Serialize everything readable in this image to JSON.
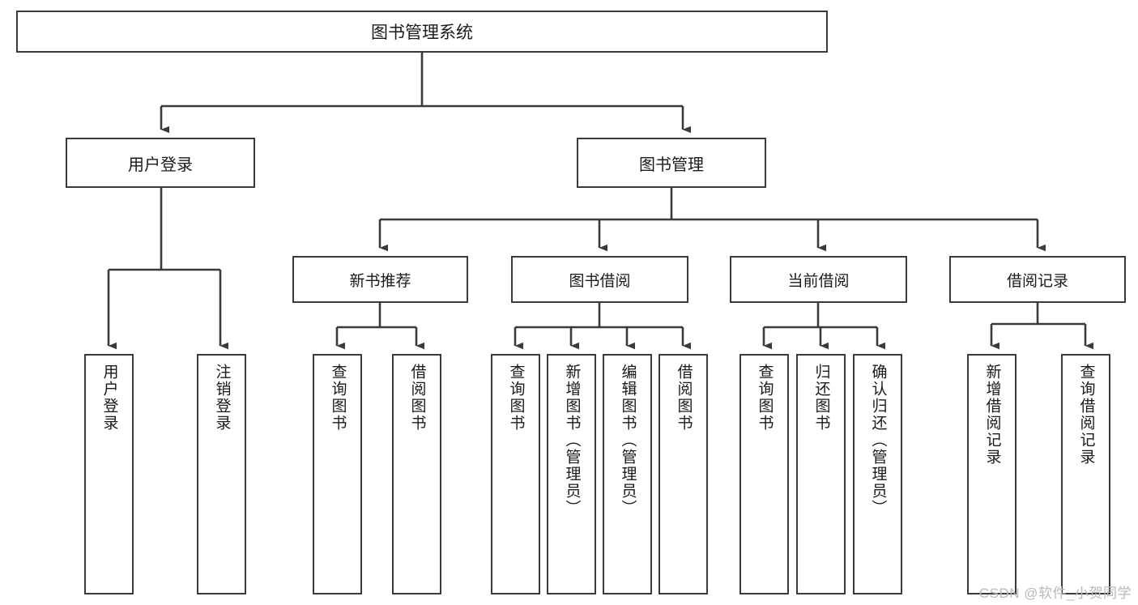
{
  "diagram": {
    "title": "图书管理系统",
    "type": "tree-hierarchy-diagram",
    "colors": {
      "box_border": "#3a3a3a",
      "box_fill": "#ffffff",
      "edge": "#3a3a3a",
      "text": "#1a1a1a",
      "watermark": "#b9b9b9",
      "background": "#ffffff"
    },
    "root": {
      "label": "图书管理系统"
    },
    "level2": [
      {
        "label": "用户登录"
      },
      {
        "label": "图书管理"
      }
    ],
    "level3": [
      {
        "label": "新书推荐"
      },
      {
        "label": "图书借阅"
      },
      {
        "label": "当前借阅"
      },
      {
        "label": "借阅记录"
      }
    ],
    "leaves": {
      "user_login": [
        {
          "label": "用户登录"
        },
        {
          "label": "注销登录"
        }
      ],
      "new_book_recommend": [
        {
          "label": "查询图书"
        },
        {
          "label": "借阅图书"
        }
      ],
      "book_borrow": [
        {
          "label": "查询图书"
        },
        {
          "label": "新增图书（管理员）"
        },
        {
          "label": "编辑图书（管理员）"
        },
        {
          "label": "借阅图书"
        }
      ],
      "current_borrow": [
        {
          "label": "查询图书"
        },
        {
          "label": "归还图书"
        },
        {
          "label": "确认归还（管理员）"
        }
      ],
      "borrow_record": [
        {
          "label": "新增借阅记录"
        },
        {
          "label": "查询借阅记录"
        }
      ]
    }
  },
  "watermark": {
    "text": "CSDN @软件_小贺同学"
  }
}
